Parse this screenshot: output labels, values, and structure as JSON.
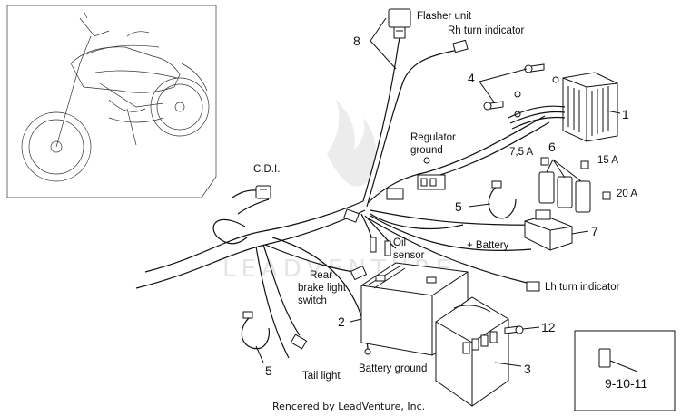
{
  "labels": {
    "flasher_unit": "Flasher unit",
    "rh_turn_indicator": "Rh turn indicator",
    "regulator_ground_1": "Regulator",
    "regulator_ground_2": "ground",
    "cdi": "C.D.I.",
    "oil_sensor_1": "Oil",
    "oil_sensor_2": "sensor",
    "plus_battery": "+ Battery",
    "rear_brake_1": "Rear",
    "rear_brake_2": "brake light",
    "rear_brake_3": "switch",
    "lh_turn_indicator": "Lh turn indicator",
    "tail_light": "Tail light",
    "battery_ground": "Battery ground",
    "fuse_7_5a": "7,5 A",
    "fuse_15a": "15 A",
    "fuse_20a": "20 A"
  },
  "callouts": {
    "n1": "1",
    "n2": "2",
    "n3": "3",
    "n4": "4",
    "n5a": "5",
    "n5b": "5",
    "n6": "6",
    "n7": "7",
    "n8": "8",
    "n12": "12",
    "n9_10_11": "9-10-11"
  },
  "watermark": "LEADVENTURE",
  "credit": "Rencered by LeadVenture, Inc."
}
